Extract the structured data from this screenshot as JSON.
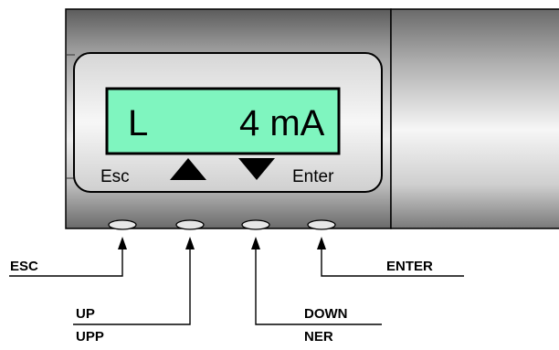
{
  "display": {
    "left_text": "L",
    "right_text": "4 mA",
    "bg_color": "#7ff5bf"
  },
  "panel_labels": {
    "esc": "Esc",
    "enter": "Enter",
    "up_icon": "triangle-up-icon",
    "down_icon": "triangle-down-icon"
  },
  "callouts": {
    "esc": "ESC",
    "up": "UP",
    "upp": "UPP",
    "enter": "ENTER",
    "down": "DOWN",
    "ner": "NER"
  },
  "colors": {
    "housing_dark": "#5e5e5e",
    "housing_light": "#f2f2f2",
    "outline": "#000000"
  }
}
